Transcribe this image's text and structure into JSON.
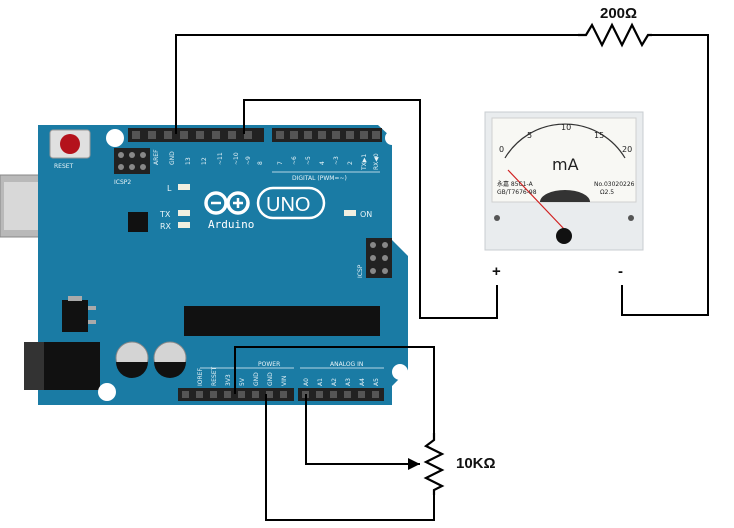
{
  "labels": {
    "resistor_top": "200Ω",
    "potentiometer": "10KΩ",
    "meter_plus": "+",
    "meter_minus": "-"
  },
  "board": {
    "reset": "RESET",
    "icsp2": "ICSP2",
    "icsp": "ICSP",
    "led_l": "L",
    "led_tx": "TX",
    "led_rx": "RX",
    "led_on": "ON",
    "logo": "Arduino",
    "model": "UNO",
    "digital": "DIGITAL (PWM=~)",
    "power": "POWER",
    "analog": "ANALOG IN",
    "top_pins": [
      "AREF",
      "GND",
      "13",
      "12",
      "~11",
      "~10",
      "~9",
      "8"
    ],
    "top_pins2": [
      "7",
      "~6",
      "~5",
      "4",
      "~3",
      "2",
      "TX▶1",
      "RX◀0"
    ],
    "bottom_pins": [
      "IOREF",
      "RESET",
      "3V3",
      "5V",
      "GND",
      "GND",
      "VIN"
    ],
    "analog_pins": [
      "A0",
      "A1",
      "A2",
      "A3",
      "A4",
      "A5"
    ]
  },
  "meter": {
    "unit": "mA",
    "scale": [
      "0",
      "5",
      "10",
      "15",
      "20"
    ],
    "model": "永嘉 85C1-A",
    "standard": "GB/T7676-98",
    "class": "Ω2.5",
    "serial": "No.03020226"
  },
  "colors": {
    "board": "#1a7ba4",
    "wire": "#000000",
    "header": "#222222"
  }
}
